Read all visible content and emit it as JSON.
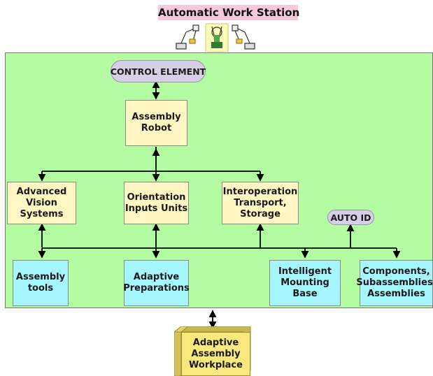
{
  "title": "Automatic Work Station",
  "icons": [
    "robot-arm-icon",
    "gripper-tool-icon",
    "robot-arm-icon"
  ],
  "nodes": {
    "control_element": "CONTROL ELEMENT",
    "assembly_robot": "Assembly\nRobot",
    "advanced_vision": "Advanced\nVision\nSystems",
    "orientation_inputs": "Orientation\nInputs Units",
    "interoperation": "Interoperation\nTransport,\nStorage",
    "auto_id": "AUTO ID",
    "assembly_tools": "Assembly\ntools",
    "adaptive_preparations": "Adaptive\nPreparations",
    "intelligent_mounting": "Intelligent\nMounting\nBase",
    "components": "Components,\nSubassemblies,\nAssemblies",
    "adaptive_workplace": "Adaptive\nAssembly\nWorkplace"
  },
  "colors": {
    "panel": "#b3fca2",
    "title_bg": "#f5c9dc",
    "yellow_box": "#fff6c4",
    "cyan_box": "#a6f6ff",
    "pill": "#d8cfe6",
    "workplace": "#f9e97c"
  }
}
